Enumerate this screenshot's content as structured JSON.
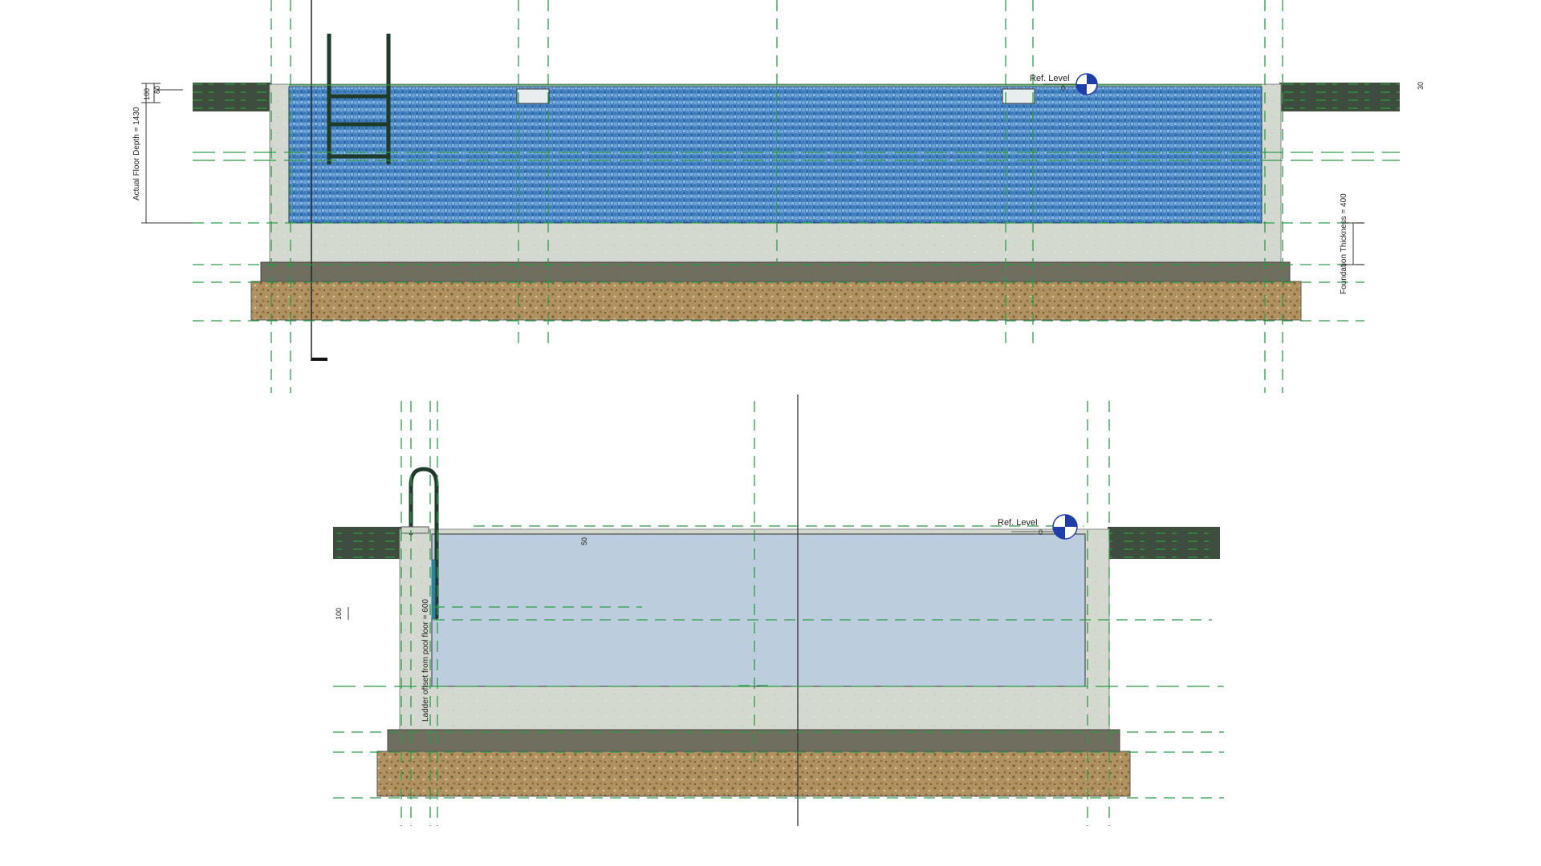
{
  "upper_section": {
    "ref_level_label": "Ref. Level",
    "ref_level_value": "0",
    "floor_depth_label": "Actual Floor Depth = 1430",
    "foundation_label": "Foundation Thickness = 400",
    "dim_100": "100",
    "dim_80": "80",
    "dim_30": "30"
  },
  "lower_section": {
    "ref_level_label": "Ref. Level",
    "ref_level_value": "0",
    "ladder_offset_label": "Ladder offset from pool floor = 600",
    "dim_50": "50",
    "dim_100": "100"
  },
  "colors": {
    "water_tile": "#3f7fbf",
    "water_plain": "#bccddd",
    "concrete": "#d2d8cf",
    "slab": "#6f6e5f",
    "gravel": "#a98a5a",
    "ground": "#3c4a3c",
    "grid_line": "#2e9b4a",
    "ladder": "#1f3a2a",
    "ref_marker": "#1f3fa8"
  }
}
